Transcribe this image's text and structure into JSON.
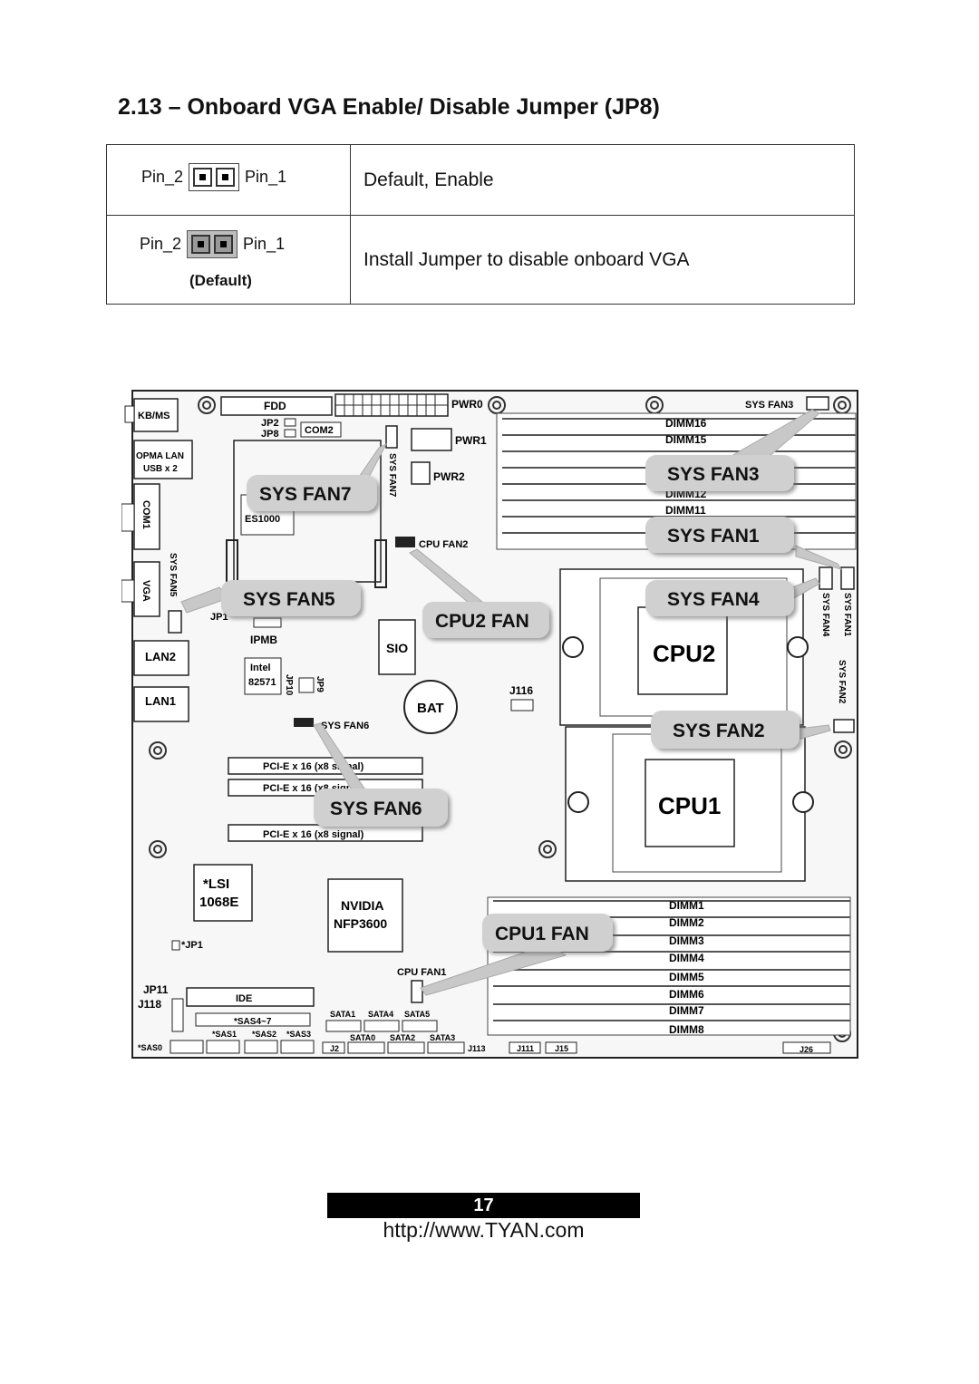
{
  "section": {
    "title": "2.13 – Onboard VGA Enable/ Disable Jumper (JP8)"
  },
  "jumper_table": {
    "rows": [
      {
        "pin_left": "Pin_2",
        "pin_right": "Pin_1",
        "note": "",
        "description": "Default, Enable"
      },
      {
        "pin_left": "Pin_2",
        "pin_right": "Pin_1",
        "note": "(Default)",
        "description": "Install Jumper to disable onboard VGA"
      }
    ]
  },
  "board": {
    "ports": {
      "kbms": "KB/MS",
      "opma1": "OPMA LAN",
      "opma2": "USB x 2",
      "com1": "COM1",
      "vga": "VGA",
      "lan2": "LAN2",
      "lan1": "LAN1"
    },
    "headers": {
      "fdd": "FDD",
      "pwr0": "PWR0",
      "pwr1": "PWR1",
      "pwr2": "PWR2",
      "jp2": "JP2",
      "jp8": "JP8",
      "com2": "COM2",
      "sysfan3": "SYS FAN3",
      "sysfan7": "SYS FAN7",
      "sysfan5": "SYS FAN5",
      "cpufan2": "CPU FAN2",
      "sysfan6": "SYS FAN6",
      "sysfan4": "SYS FAN4",
      "sysfan1": "SYS FAN1",
      "sysfan2": "SYS FAN2",
      "cpufan1": "CPU FAN1"
    },
    "chips": {
      "es1000": "ES1000",
      "ipmb": "IPMB",
      "jp1a": "JP1",
      "intel1": "Intel",
      "intel2": "82571",
      "jp10": "JP10",
      "jp9": "JP9",
      "sio": "SIO",
      "bat": "BAT",
      "j116": "J116",
      "cpu2": "CPU2",
      "cpu1": "CPU1",
      "lsi1": "*LSI",
      "lsi2": "1068E",
      "nvidia1": "NVIDIA",
      "nvidia2": "NFP3600",
      "jp1b": "*JP1"
    },
    "dimm_top": [
      "DIMM16",
      "DIMM15",
      "DIMM12",
      "DIMM11"
    ],
    "dimm_bottom": [
      "DIMM1",
      "DIMM2",
      "DIMM3",
      "DIMM4",
      "DIMM5",
      "DIMM6",
      "DIMM7",
      "DIMM8"
    ],
    "pcie": [
      "PCI-E x 16 (x8 signal)",
      "PCI-E x 16 (x8 signal)",
      "PCI-E x 16 (x8 signal)"
    ],
    "bottom": {
      "jp11": "JP11",
      "j118": "J118",
      "ide": "IDE",
      "sas47": "*SAS4~7",
      "sas1": "*SAS1",
      "sas2": "*SAS2",
      "sas3": "*SAS3",
      "sas0": "*SAS0",
      "j2": "J2",
      "sata1": "SATA1",
      "sata4": "SATA4",
      "sata5": "SATA5",
      "sata0": "SATA0",
      "sata2": "SATA2",
      "sata3": "SATA3",
      "j113": "J113",
      "j111": "J111",
      "j15": "J15",
      "j26": "J26"
    },
    "callouts": {
      "sysfan7": "SYS FAN7",
      "sysfan3": "SYS FAN3",
      "sysfan1": "SYS FAN1",
      "sysfan5": "SYS FAN5",
      "cpu2fan": "CPU2 FAN",
      "sysfan4": "SYS FAN4",
      "sysfan2": "SYS FAN2",
      "sysfan6": "SYS FAN6",
      "cpu1fan": "CPU1 FAN"
    }
  },
  "footer": {
    "page_number": "17",
    "url": "http://www.TYAN.com"
  }
}
